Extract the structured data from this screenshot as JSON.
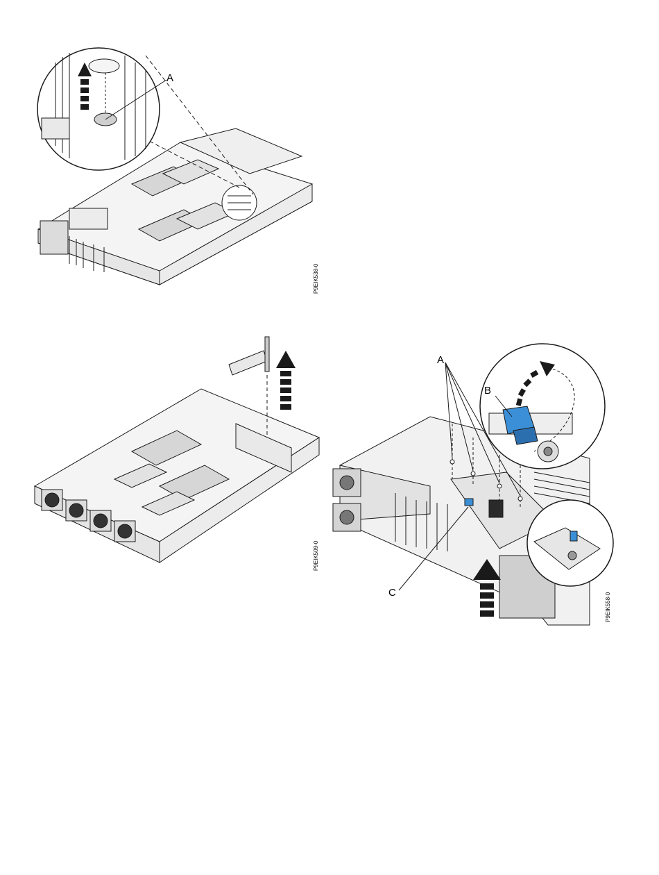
{
  "figures": [
    {
      "id_label": "P9EIK538-0",
      "callouts": {
        "a": "A"
      },
      "illustration": "battery-removal-icon"
    },
    {
      "id_label": "P9EIK509-0",
      "callouts": {},
      "illustration": "adapter-card-removal-icon"
    },
    {
      "id_label": "P9EIK558-0",
      "callouts": {
        "a": "A",
        "b": "B",
        "c": "C"
      },
      "illustration": "riser-latch-removal-icon"
    }
  ],
  "colors": {
    "line": "#1a1a1a",
    "highlight": "#3b8fd6",
    "shade": "#d9d9d9",
    "dark": "#2a2a2a"
  }
}
